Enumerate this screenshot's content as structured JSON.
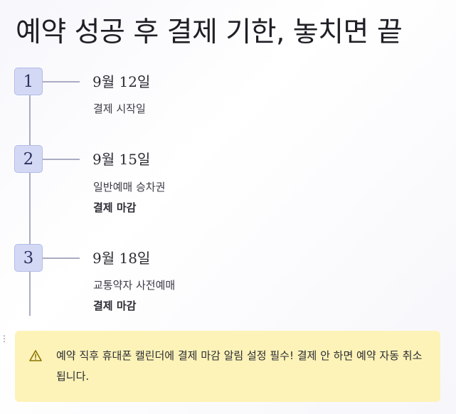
{
  "page": {
    "title": "예약 성공 후 결제 기한, 놓치면 끝"
  },
  "timeline": [
    {
      "number": "1",
      "date": "9월 12일",
      "lines": [
        "결제 시작일"
      ],
      "bold": ""
    },
    {
      "number": "2",
      "date": "9월 15일",
      "lines": [
        "일반예매 승차권"
      ],
      "bold": "결제 마감"
    },
    {
      "number": "3",
      "date": "9월 18일",
      "lines": [
        "교통약자 사전예매"
      ],
      "bold": "결제 마감"
    }
  ],
  "callout": {
    "icon": "warning-icon",
    "text": "예약 직후 휴대폰 캘린더에 결제 마감 알림 설정 필수! 결제 안 하면 예약 자동 취소됩니다.",
    "background": "#fdf3b8"
  },
  "colors": {
    "badge_bg": "#d3d9f5",
    "badge_border": "#b3bbe6",
    "line": "#a9acc2"
  }
}
